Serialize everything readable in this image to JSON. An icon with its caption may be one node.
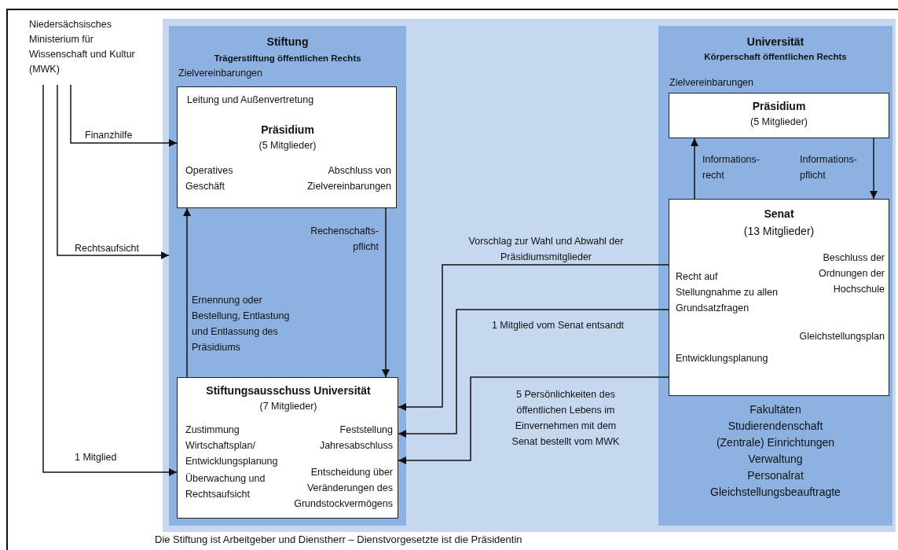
{
  "diagram": {
    "caption": "Die Stiftung ist Arbeitgeber und Dienstherr – Dienstvorgesetzte ist die Präsidentin",
    "nodes": [
      {
        "text": [
          "Niedersächsisches Ministerium für Wissenschaft und Kultur (MWK)"
        ]
      },
      {
        "text": [
          "Stiftung",
          "Trägerstiftung öffentlichen Rechts",
          "Zielvereinbarungen"
        ]
      },
      {
        "text": [
          "Leitung und Außenvertretung",
          "Präsidium",
          "(5 Mitglieder)",
          "Operatives Geschäft",
          "Abschluss von Zielvereinbarungen"
        ],
        "in": 1
      },
      {
        "text": [
          "Stiftungsausschuss Universität",
          "(7 Mitglieder)",
          "Zustimmung Wirtschaftsplan/ Entwicklungsplanung",
          "Feststellung Jahresabschluss",
          "Überwachung und Rechtsaufsicht",
          "Entscheidung über Veränderungen des Grundstockvermögens"
        ],
        "in": 1
      },
      {
        "text": [
          "Universität",
          "Körperschaft öffentlichen Rechts",
          "Zielvereinbarungen",
          "Fakultäten",
          "Studierendenschaft",
          "(Zentrale) Einrichtungen",
          "Verwaltung",
          "Personalrat",
          "Gleichstellungsbeauftragte"
        ]
      },
      {
        "text": [
          "Präsidium",
          "(5 Mitglieder)"
        ],
        "in": 4
      },
      {
        "text": [
          "Senat",
          "(13 Mitglieder)",
          "Beschluss der Ordnungen der Hochschule",
          "Recht auf Stellungnahme zu allen Grundsatzfragen",
          "Gleichstellungsplan",
          "Entwicklungsplanung"
        ],
        "in": 4
      }
    ],
    "edges": [
      {
        "from": 0,
        "to": 2,
        "arrow": "to",
        "label": "Finanzhilfe"
      },
      {
        "from": 0,
        "to": 1,
        "arrow": "to",
        "label": "Rechtsaufsicht"
      },
      {
        "from": 0,
        "to": 3,
        "arrow": "to",
        "label": "1 Mitglied"
      },
      {
        "from": 3,
        "to": 2,
        "arrow": "to",
        "label": "Ernennung oder Bestellung, Entlastung und Entlassung des Präsidiums"
      },
      {
        "from": 2,
        "to": 3,
        "arrow": "to",
        "label": "Rechenschafts- pflicht"
      },
      {
        "from": 6,
        "to": 3,
        "arrow": "to",
        "label": "Vorschlag zur Wahl und Abwahl der Präsidiumsmitglieder"
      },
      {
        "from": 6,
        "to": 3,
        "arrow": "to",
        "label": "1 Mitglied vom Senat entsandt"
      },
      {
        "from": 6,
        "to": 3,
        "arrow": "to",
        "label": "5 Persönlichkeiten des öffentlichen Lebens im Einvernehmen mit dem Senat bestellt vom MWK"
      },
      {
        "from": 6,
        "to": 5,
        "arrow": "to",
        "label": "Informations- recht"
      },
      {
        "from": 5,
        "to": 6,
        "arrow": "to",
        "label": "Informations- pflicht"
      }
    ]
  }
}
